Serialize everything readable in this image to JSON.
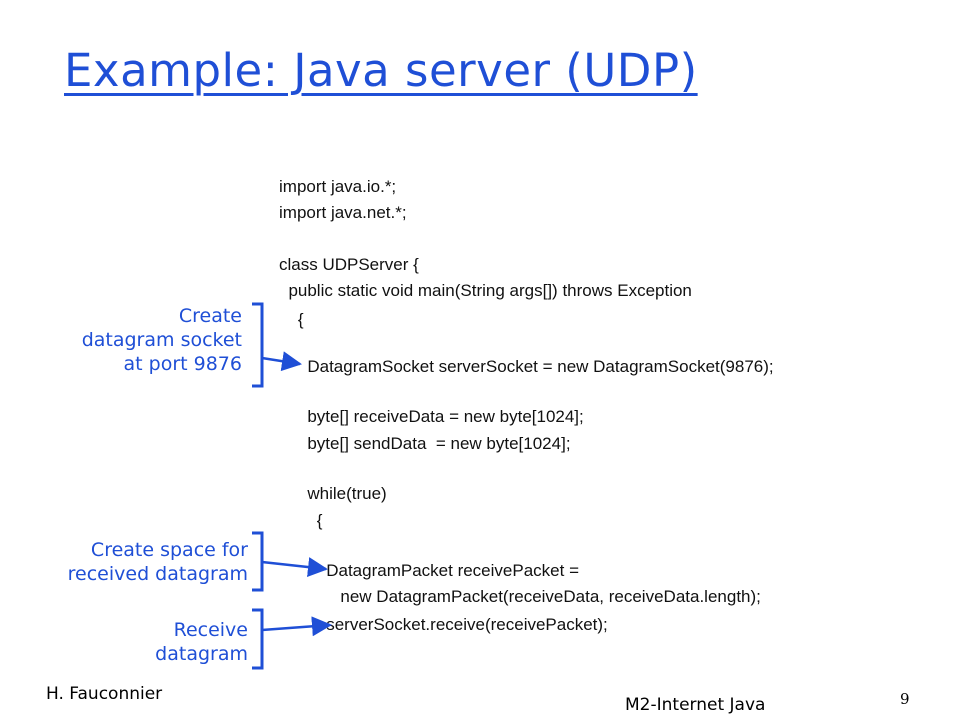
{
  "slide": {
    "title": "Example: Java server (UDP)",
    "code_lines": [
      "import java.io.*;",
      "import java.net.*;",
      "class UDPServer {",
      "  public static void main(String args[]) throws Exception",
      "    {",
      "      DatagramSocket serverSocket = new DatagramSocket(9876);",
      "      byte[] receiveData = new byte[1024];",
      "      byte[] sendData  = new byte[1024];",
      "      while(true)",
      "        {",
      "          DatagramPacket receivePacket =",
      "             new DatagramPacket(receiveData, receiveData.length);",
      "          serverSocket.receive(receivePacket);"
    ],
    "annotations": {
      "socket": [
        "Create",
        "datagram socket",
        "at port 9876"
      ],
      "space": [
        "Create space for",
        "received datagram"
      ],
      "receive": [
        "Receive",
        "datagram"
      ]
    },
    "footer": {
      "author": "H. Fauconnier",
      "course": "M2-Internet Java",
      "page": "9"
    },
    "colors": {
      "accent": "#1f4fd6",
      "text": "#111111"
    }
  }
}
